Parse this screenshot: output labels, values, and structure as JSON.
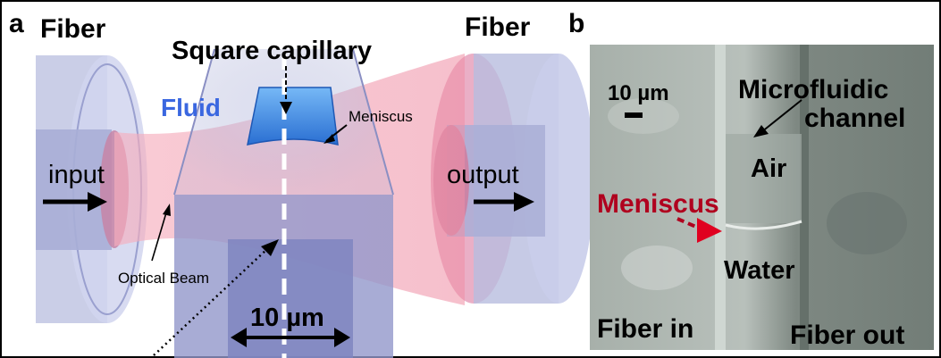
{
  "panel_a": {
    "letter": "a",
    "fiber_left_label": "Fiber",
    "fiber_right_label": "Fiber",
    "capillary_label": "Square capillary",
    "fluid_label": "Fluid",
    "meniscus_label": "Meniscus",
    "input_label": "input",
    "output_label": "output",
    "beam_label": "Optical Beam",
    "width_label": "10 µm"
  },
  "panel_b": {
    "letter": "b",
    "scale_label": "10 µm",
    "channel_label_line1": "Microfluidic",
    "channel_label_line2": "channel",
    "air_label": "Air",
    "meniscus_label": "Meniscus",
    "water_label": "Water",
    "fiber_in_label": "Fiber in",
    "fiber_out_label": "Fiber out"
  },
  "colors": {
    "fiber": "#aeb3d6",
    "beam": "#f3a2b3",
    "capillary": "#8a8fc6",
    "fluid": "#3e8ce6",
    "meniscus_marker": "#b0001e",
    "micrograph": "#8f9a94"
  }
}
